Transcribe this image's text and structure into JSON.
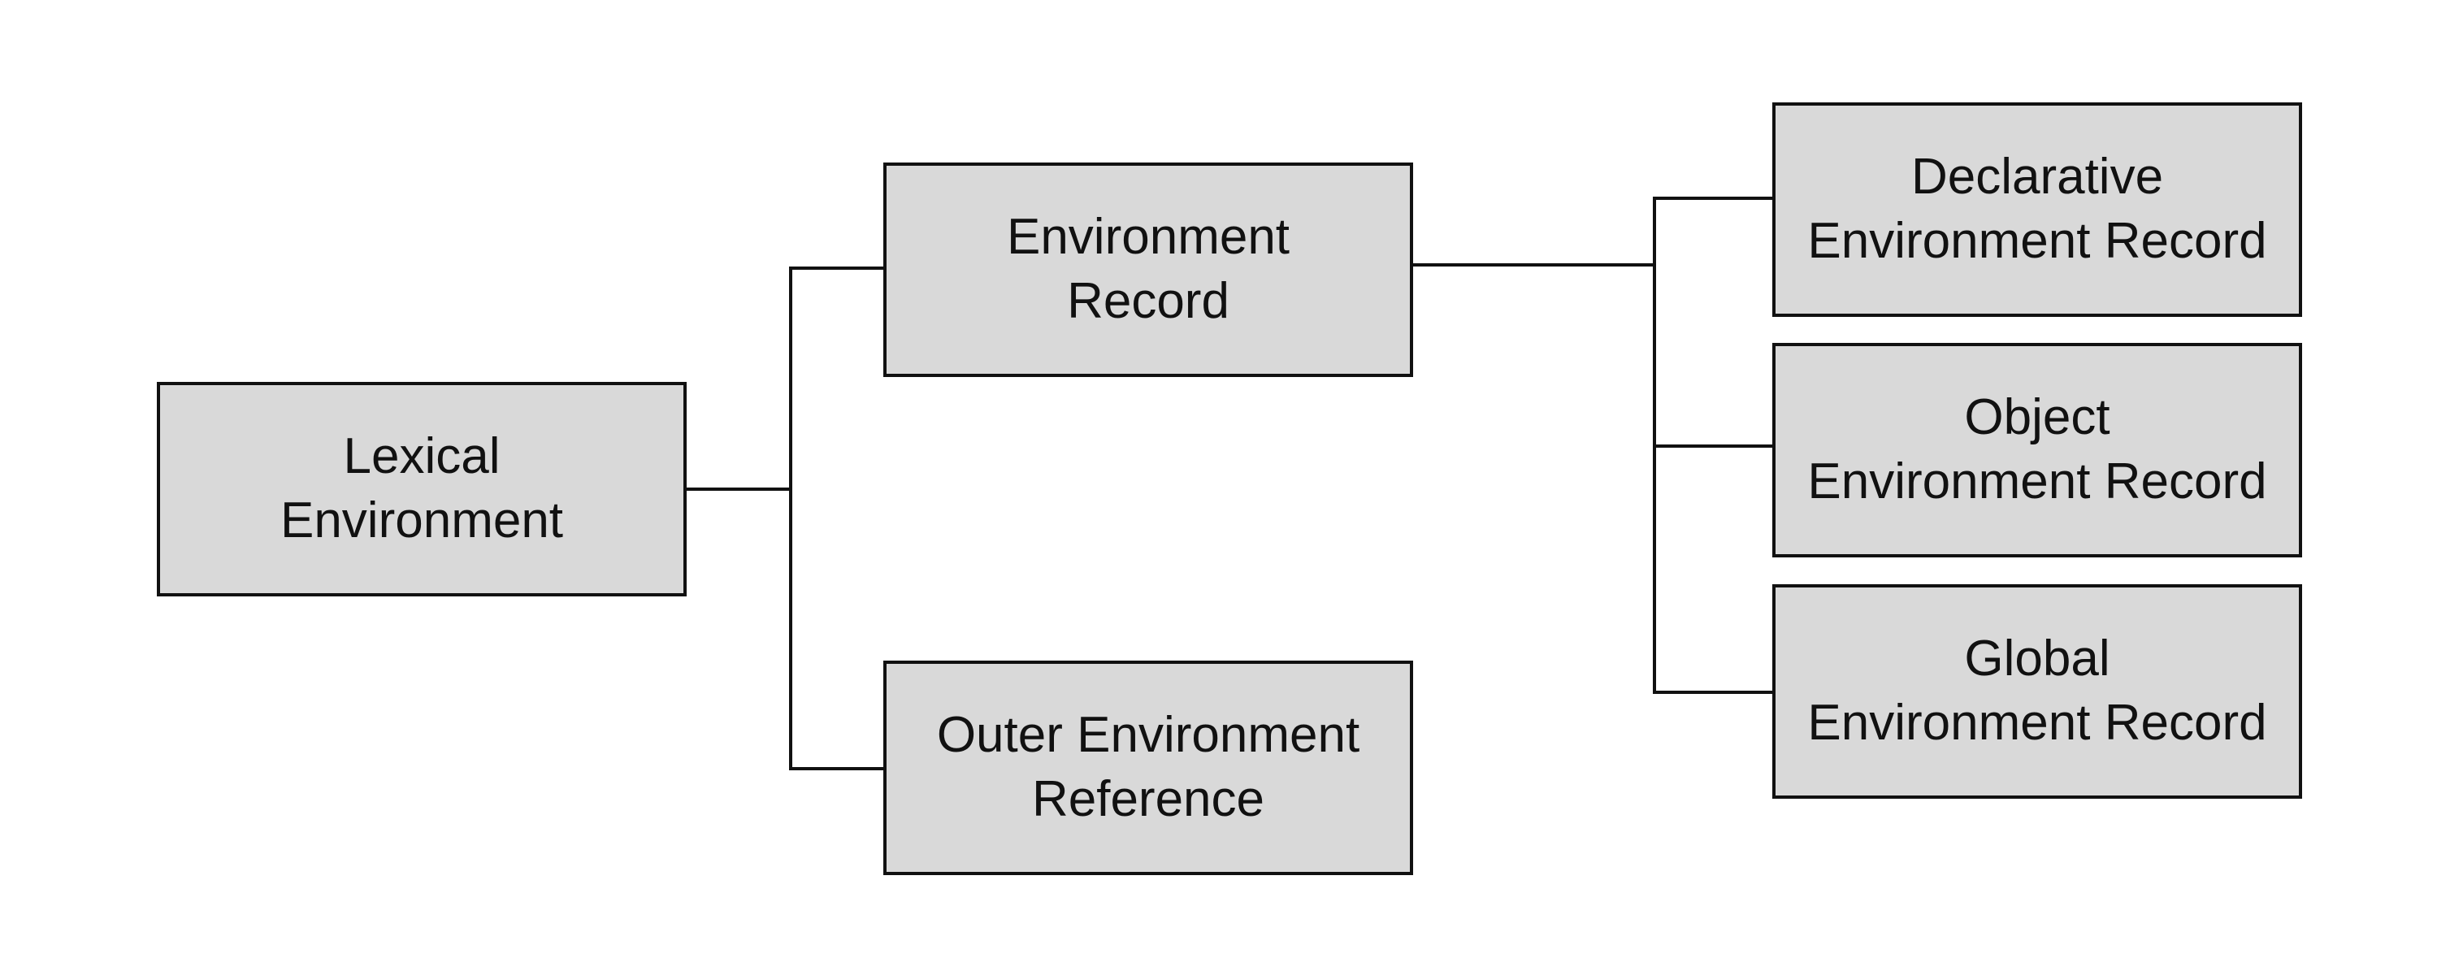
{
  "diagram": {
    "nodes": {
      "lexical_environment": "Lexical\nEnvironment",
      "environment_record": "Environment\nRecord",
      "outer_environment_reference": "Outer Environment\nReference",
      "declarative_environment_record": "Declarative\nEnvironment Record",
      "object_environment_record": "Object\nEnvironment Record",
      "global_environment_record": "Global\nEnvironment Record"
    },
    "edges": [
      {
        "from": "lexical_environment",
        "to": "environment_record"
      },
      {
        "from": "lexical_environment",
        "to": "outer_environment_reference"
      },
      {
        "from": "environment_record",
        "to": "declarative_environment_record"
      },
      {
        "from": "environment_record",
        "to": "object_environment_record"
      },
      {
        "from": "environment_record",
        "to": "global_environment_record"
      }
    ],
    "colors": {
      "box_fill": "#d9d9d9",
      "stroke": "#111111",
      "background": "#ffffff"
    }
  }
}
